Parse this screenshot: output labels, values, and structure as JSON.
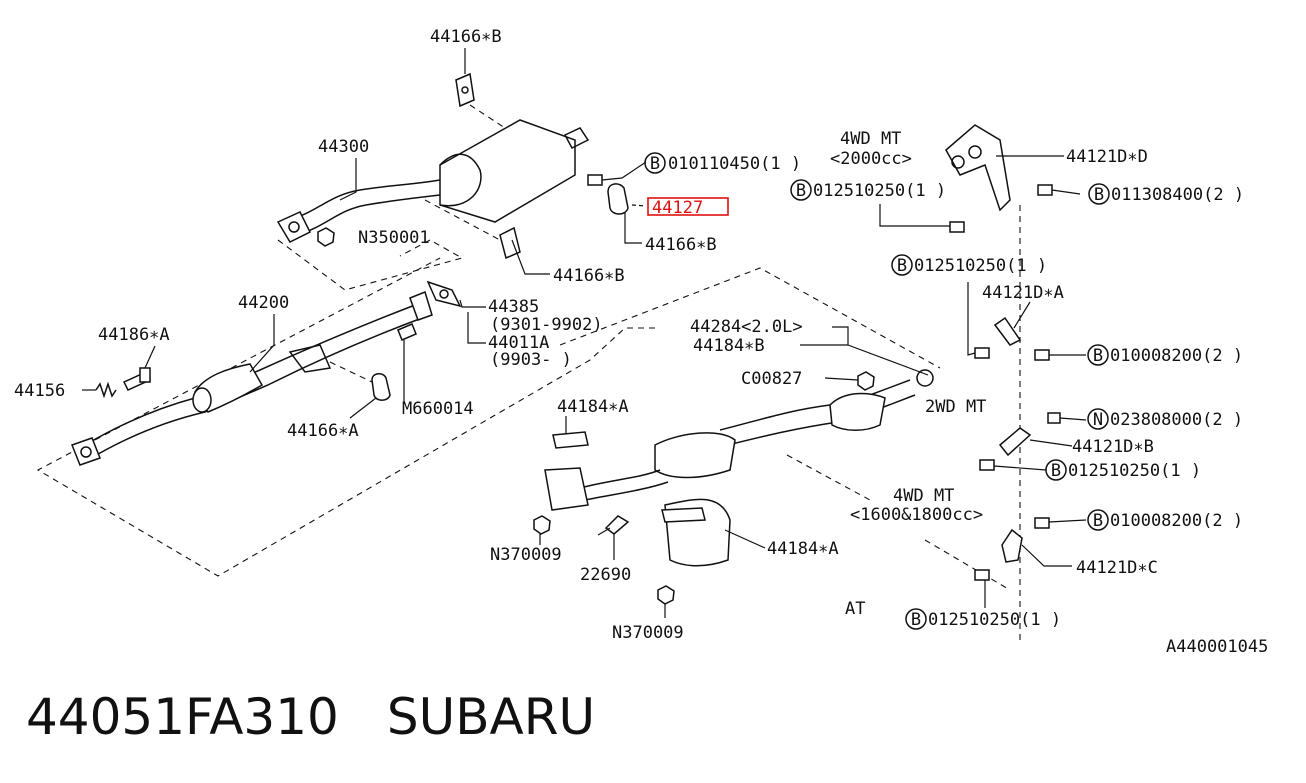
{
  "labels": {
    "t_44166B_top": "44166∗B",
    "t_44300": "44300",
    "t_b010110450": "010110450(1  )",
    "t_44127": "44127",
    "t_44166B_mid": "44166∗B",
    "t_n350001": "N350001",
    "t_44166B_low": "44166∗B",
    "t_44200": "44200",
    "t_44385": "44385",
    "t_9301": "(9301-9902)",
    "t_44011A": "44011A",
    "t_9903": "(9903-     )",
    "t_44186A": "44186∗A",
    "t_44156": "44156",
    "t_m660014": "M660014",
    "t_44166A": "44166∗A",
    "t_4wdmt_top": "4WD MT",
    "t_2000cc": "<2000cc>",
    "t_44121DD": "44121D∗D",
    "t_b012510250_a": "012510250(1  )",
    "t_b011308400": "011308400(2  )",
    "t_b012510250_b": "012510250(1  )",
    "t_44121DA": "44121D∗A",
    "t_b010008200_a": "010008200(2  )",
    "t_44284": "44284<2.0L>",
    "t_44184B": "44184∗B",
    "t_c00827": "C00827",
    "t_2wdmt": "2WD MT",
    "t_44184A_top": "44184∗A",
    "t_n023808000": "023808000(2  )",
    "t_44121DB": "44121D∗B",
    "t_b012510250_c": "012510250(1  )",
    "t_4wdmt_mid": "4WD MT",
    "t_1600": "<1600&1800cc>",
    "t_b010008200_b": "010008200(2  )",
    "t_44121DC": "44121D∗C",
    "t_44184A_low": "44184∗A",
    "t_n370009_a": "N370009",
    "t_22690": "22690",
    "t_n370009_b": "N370009",
    "t_at": "AT",
    "t_b012510250_d": "012510250(1  )",
    "t_ref": "A440001045"
  },
  "symbols": {
    "bolt": "B",
    "nut": "N"
  },
  "footer": {
    "part_number": "44051FA310",
    "brand": "SUBARU"
  },
  "colors": {
    "line": "#111111",
    "highlight": "#e01010",
    "background": "#ffffff"
  }
}
